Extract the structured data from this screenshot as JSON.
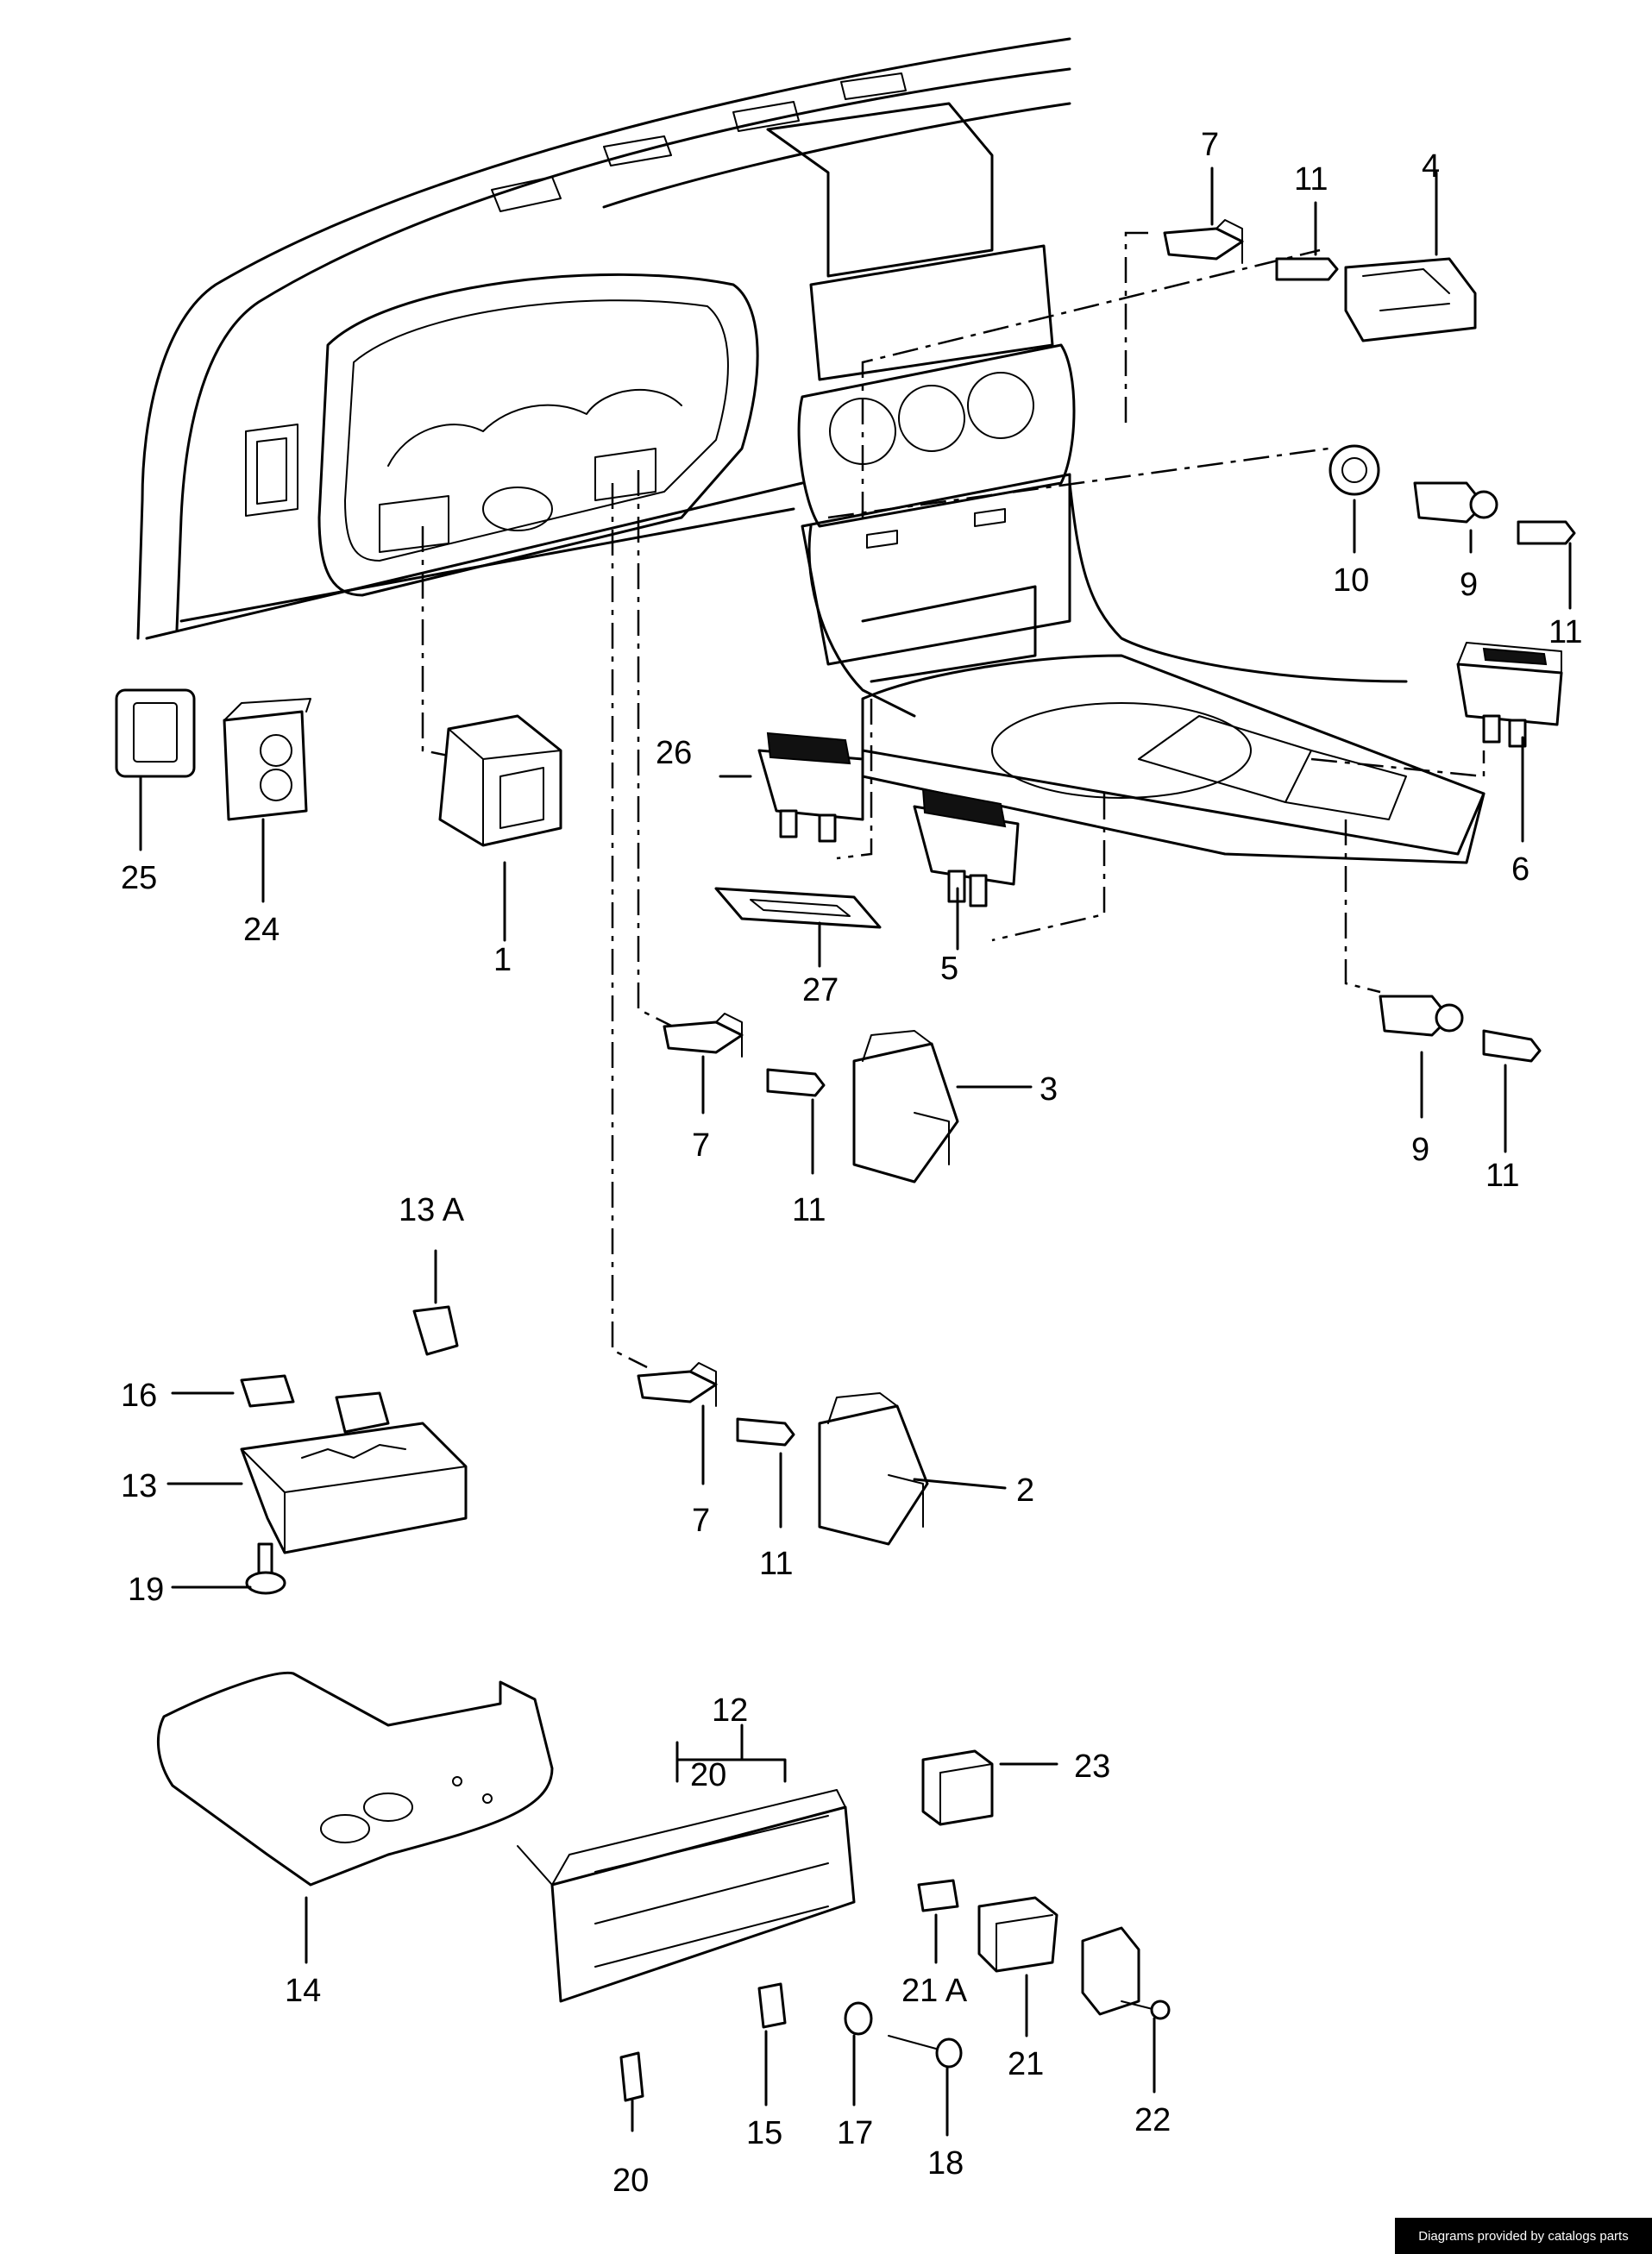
{
  "labels": {
    "p1": "1",
    "p2": "2",
    "p3": "3",
    "p4": "4",
    "p5": "5",
    "p6": "6",
    "p7": "7",
    "p9": "9",
    "p10": "10",
    "p11": "11",
    "p12": "12",
    "p13": "13",
    "p13a": "13 A",
    "p14": "14",
    "p15": "15",
    "p16": "16",
    "p17": "17",
    "p18": "18",
    "p19": "19",
    "p20": "20",
    "p21": "21",
    "p21a": "21 A",
    "p22": "22",
    "p23": "23",
    "p24": "24",
    "p25": "25",
    "p26": "26",
    "p27": "27"
  },
  "credit": "Diagrams provided by catalogs parts"
}
